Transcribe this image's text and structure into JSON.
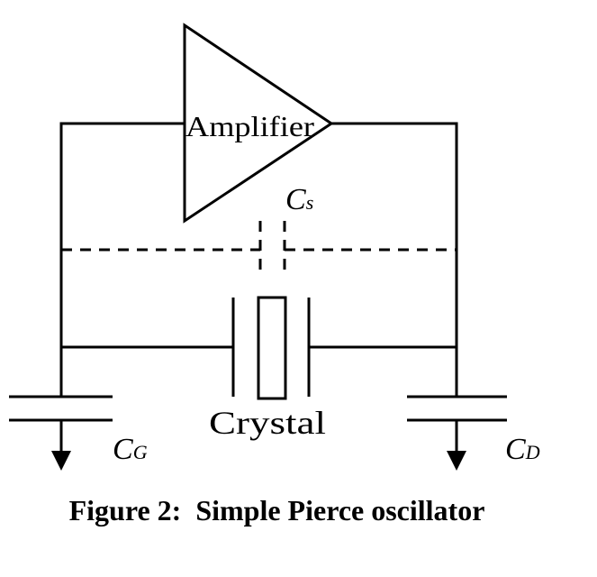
{
  "labels": {
    "amplifier": "Amplifier",
    "cs_main": "C",
    "cs_sub": "s",
    "crystal": "Crystal",
    "cg_main": "C",
    "cg_sub": "G",
    "cd_main": "C",
    "cd_sub": "D"
  },
  "caption": "Figure 2:  Simple Pierce oscillator"
}
